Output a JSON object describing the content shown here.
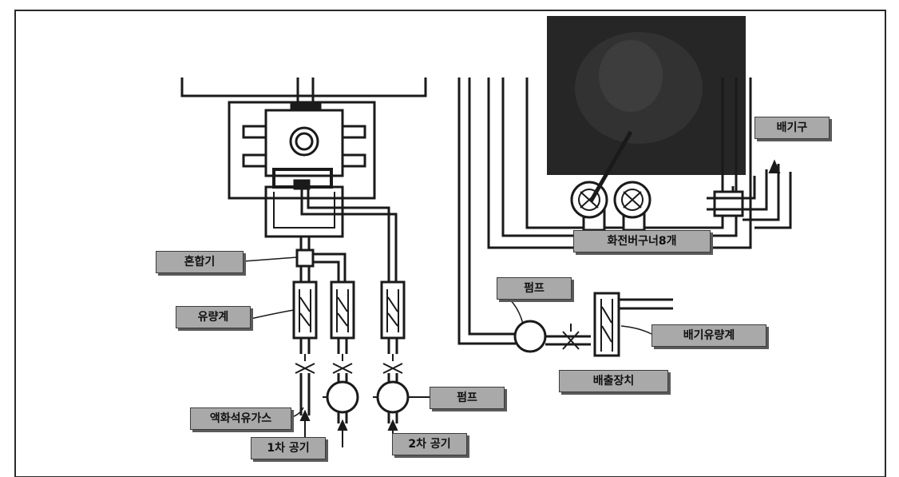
{
  "labels": {
    "mixer": "혼합기",
    "flowmeter": "유량계",
    "lpg": "액화석유가스",
    "primary_air": "1차 공기",
    "secondary_air": "2차 공기",
    "pump_right": "펌프",
    "pump_exhaust": "펌프",
    "burners": "화전버구너8개",
    "exhaust_port": "배기구",
    "exhaust_flowmeter": "배기유량계",
    "sampling_device": "배출장치"
  },
  "colors": {
    "line": "#1a1a1a",
    "label_fill": "#a9a9a9",
    "photo_dark": "#262626"
  }
}
